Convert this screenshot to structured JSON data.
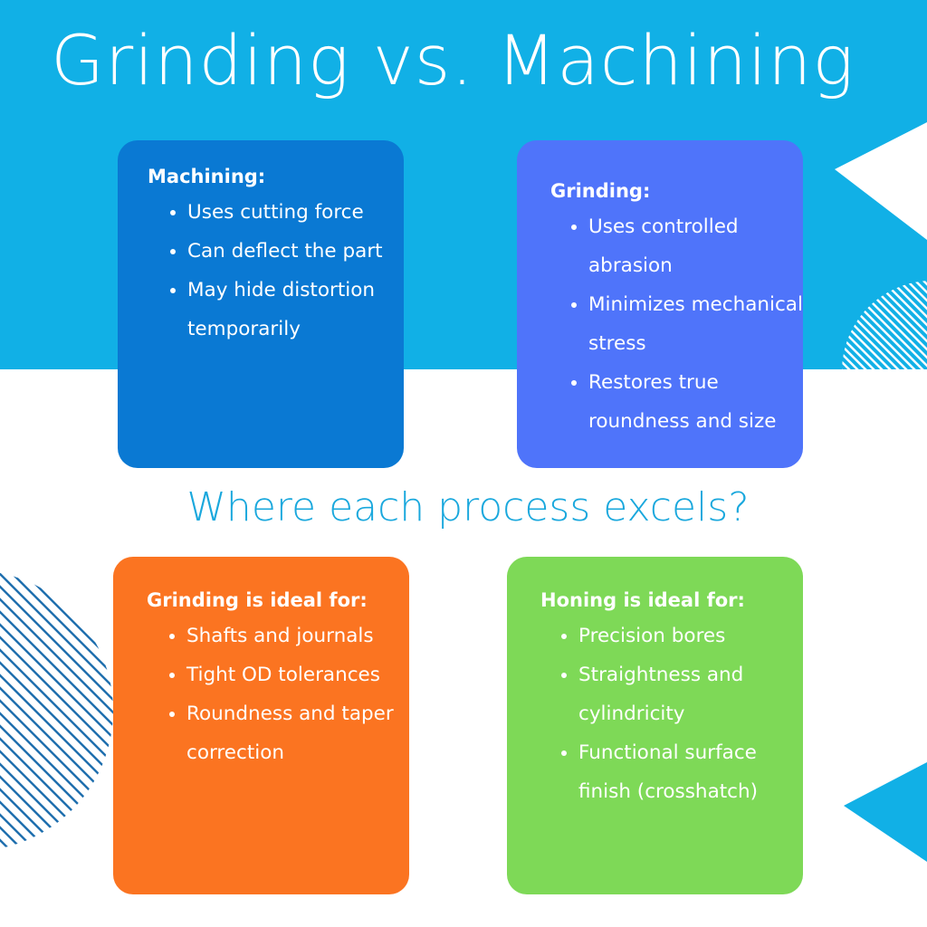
{
  "title": "Grinding vs. Machining",
  "subtitle": "Where each process excels?",
  "colors": {
    "band": "#11b0e6",
    "machining": "#0a79d3",
    "grinding": "#4f74fa",
    "grinding_ideal": "#fb7421",
    "honing_ideal": "#7ed957",
    "subtitle": "#1aa8dd"
  },
  "cards": [
    {
      "heading": "Machining:",
      "items": [
        "Uses cutting force",
        "Can deflect the part",
        "May hide distortion temporarily"
      ]
    },
    {
      "heading": "Grinding:",
      "items": [
        "Uses controlled abrasion",
        "Minimizes mechanical stress",
        "Restores true roundness and size"
      ]
    },
    {
      "heading": "Grinding is ideal for:",
      "items": [
        "Shafts and journals",
        "Tight OD tolerances",
        "Roundness and taper correction"
      ]
    },
    {
      "heading": "Honing is ideal for:",
      "items": [
        "Precision bores",
        "Straightness and cylindricity",
        "Functional surface finish (crosshatch)"
      ]
    }
  ]
}
